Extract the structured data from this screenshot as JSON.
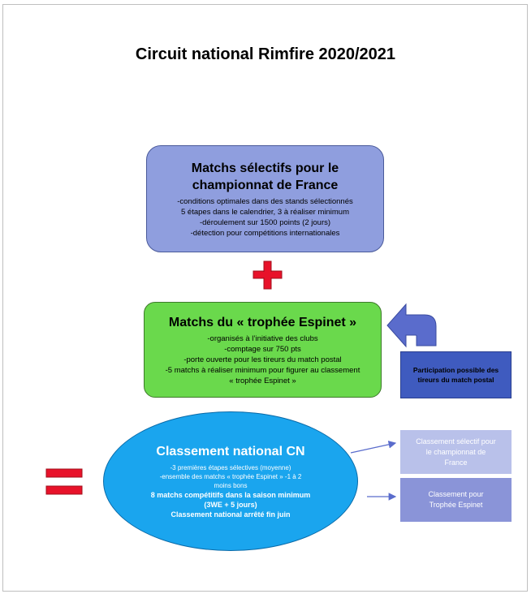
{
  "title": "Circuit national  Rimfire 2020/2021",
  "box_selective": {
    "heading_line1": "Matchs sélectifs pour le",
    "heading_line2": "championnat de France",
    "lines": [
      "-conditions optimales dans des stands sélectionnés",
      "5 étapes dans le calendrier, 3 à réaliser minimum",
      "-déroulement sur 1500 points (2 jours)",
      "-détection pour compétitions internationales"
    ]
  },
  "box_trophy": {
    "heading": "Matchs du « trophée Espinet »",
    "lines": [
      "-organisés à l’initiative des clubs",
      "-comptage sur 750 pts",
      "-porte ouverte pour les tireurs du match postal",
      "-5 matchs à réaliser minimum pour figurer au classement",
      "« trophée Espinet »"
    ]
  },
  "ellipse": {
    "heading": "Classement national CN",
    "lines": [
      "-3 premières étapes sélectives (moyenne)",
      "-ensemble des matchs « trophée Espinet » -1 à 2",
      "moins bons"
    ],
    "strong_lines": [
      "8 matchs compétitifs dans la saison minimum",
      "(3WE + 5 jours)",
      "Classement national arrêté fin juin"
    ]
  },
  "postal_box": {
    "line1": "Participation possible des",
    "line2": "tireurs du match postal"
  },
  "result_selective": {
    "line1": "Classement sélectif pour",
    "line2": "le championnat de",
    "line3": "France"
  },
  "result_trophy": {
    "line1": "Classement pour",
    "line2": "Trophée Espinet"
  },
  "icons": {
    "plus": "plus-sign-icon",
    "equals": "equals-sign-icon",
    "return_arrow": "u-turn-arrow-icon"
  },
  "colors": {
    "selective_box": "#8f9ede",
    "trophy_box": "#6ad94c",
    "ellipse": "#1aa5ee",
    "postal_box": "#3f5bbf",
    "result_selective": "#b9c1ea",
    "result_trophy": "#8a94d8",
    "operator_red": "#e8122a",
    "arrow_blue": "#5a6ccc"
  }
}
